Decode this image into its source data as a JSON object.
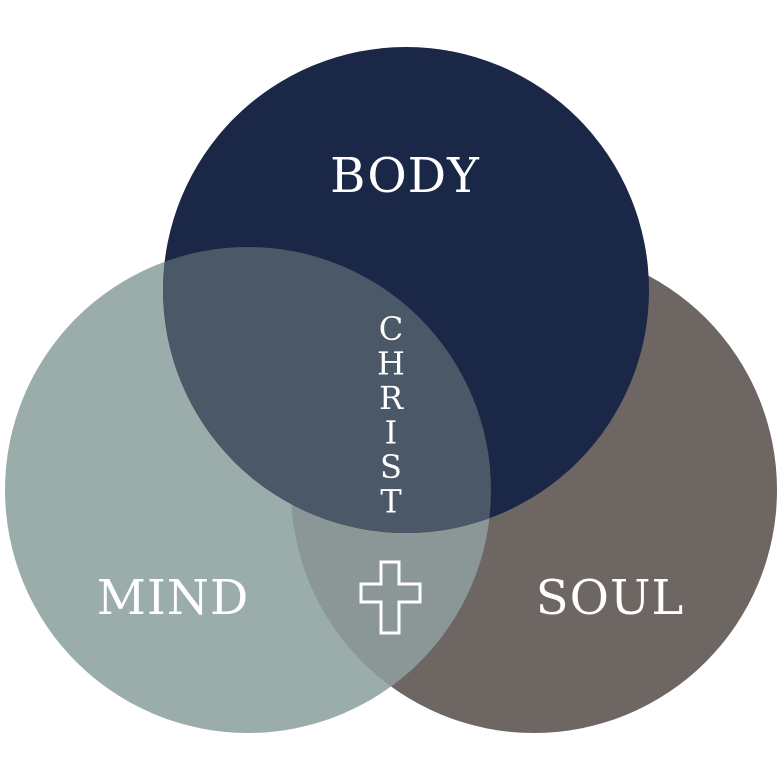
{
  "diagram": {
    "type": "venn",
    "sets": [
      {
        "key": "body",
        "label": "BODY",
        "color": "#1b2746"
      },
      {
        "key": "mind",
        "label": "MIND",
        "color": "#9aadaa"
      },
      {
        "key": "soul",
        "label": "SOUL",
        "color": "#6e6663"
      }
    ],
    "center": {
      "label": "CHRIST",
      "color": "#4a5868",
      "icon": "cross-icon"
    },
    "overlap_mind_soul_color": "#8a9796",
    "overlap_body_mind_color": "#4a5868",
    "overlap_body_soul_color": "#1b2746"
  }
}
